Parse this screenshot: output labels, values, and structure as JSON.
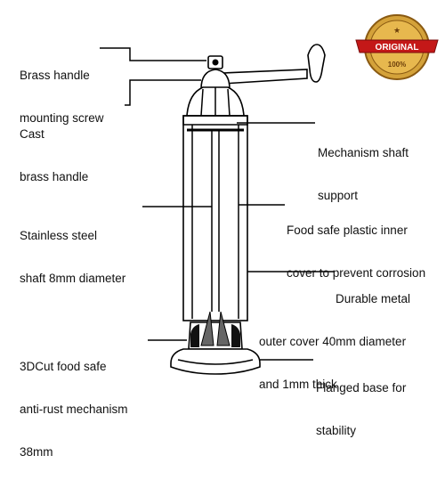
{
  "labels": {
    "brass_screw": [
      "Brass handle",
      "mounting screw"
    ],
    "cast_handle": [
      "Cast",
      "brass handle"
    ],
    "shaft_support": [
      "Mechanism shaft",
      "support"
    ],
    "steel_shaft": [
      "Stainless steel",
      "shaft 8mm diameter"
    ],
    "inner_cover": [
      "Food safe plastic inner",
      "cover to prevent corrosion"
    ],
    "outer_cover": [
      "Durable metal",
      "outer cover 40mm diameter",
      "and 1mm thick"
    ],
    "mechanism": [
      "3DCut food safe",
      "anti-rust mechanism",
      "38mm"
    ],
    "base": [
      "Flanged base for",
      "stability"
    ]
  },
  "badge": {
    "text": "ORIGINAL",
    "sub": "100%",
    "colors": {
      "gold": "#d4a23a",
      "gold_dark": "#8a5a12",
      "ribbon": "#c41818"
    }
  },
  "colors": {
    "line": "#000000",
    "text": "#111111",
    "background": "#ffffff"
  }
}
